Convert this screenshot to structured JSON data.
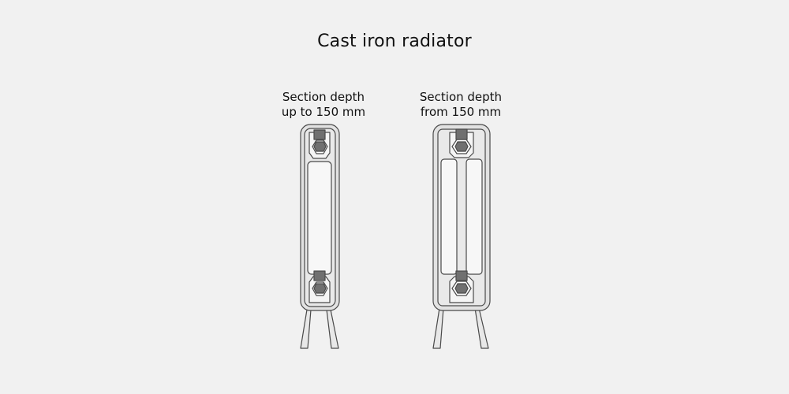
{
  "title": "Cast iron radiator",
  "sections": [
    {
      "caption_line1": "Section depth",
      "caption_line2": "up to 150 mm"
    },
    {
      "caption_line1": "Section depth",
      "caption_line2": "from 150 mm"
    }
  ],
  "colors": {
    "background": "#f1f1f1",
    "outline": "#4a4a4a",
    "body_fill": "#e2e2e2",
    "inner_fill": "#f7f7f7",
    "nipple_fill": "#707070",
    "text": "#111111"
  }
}
